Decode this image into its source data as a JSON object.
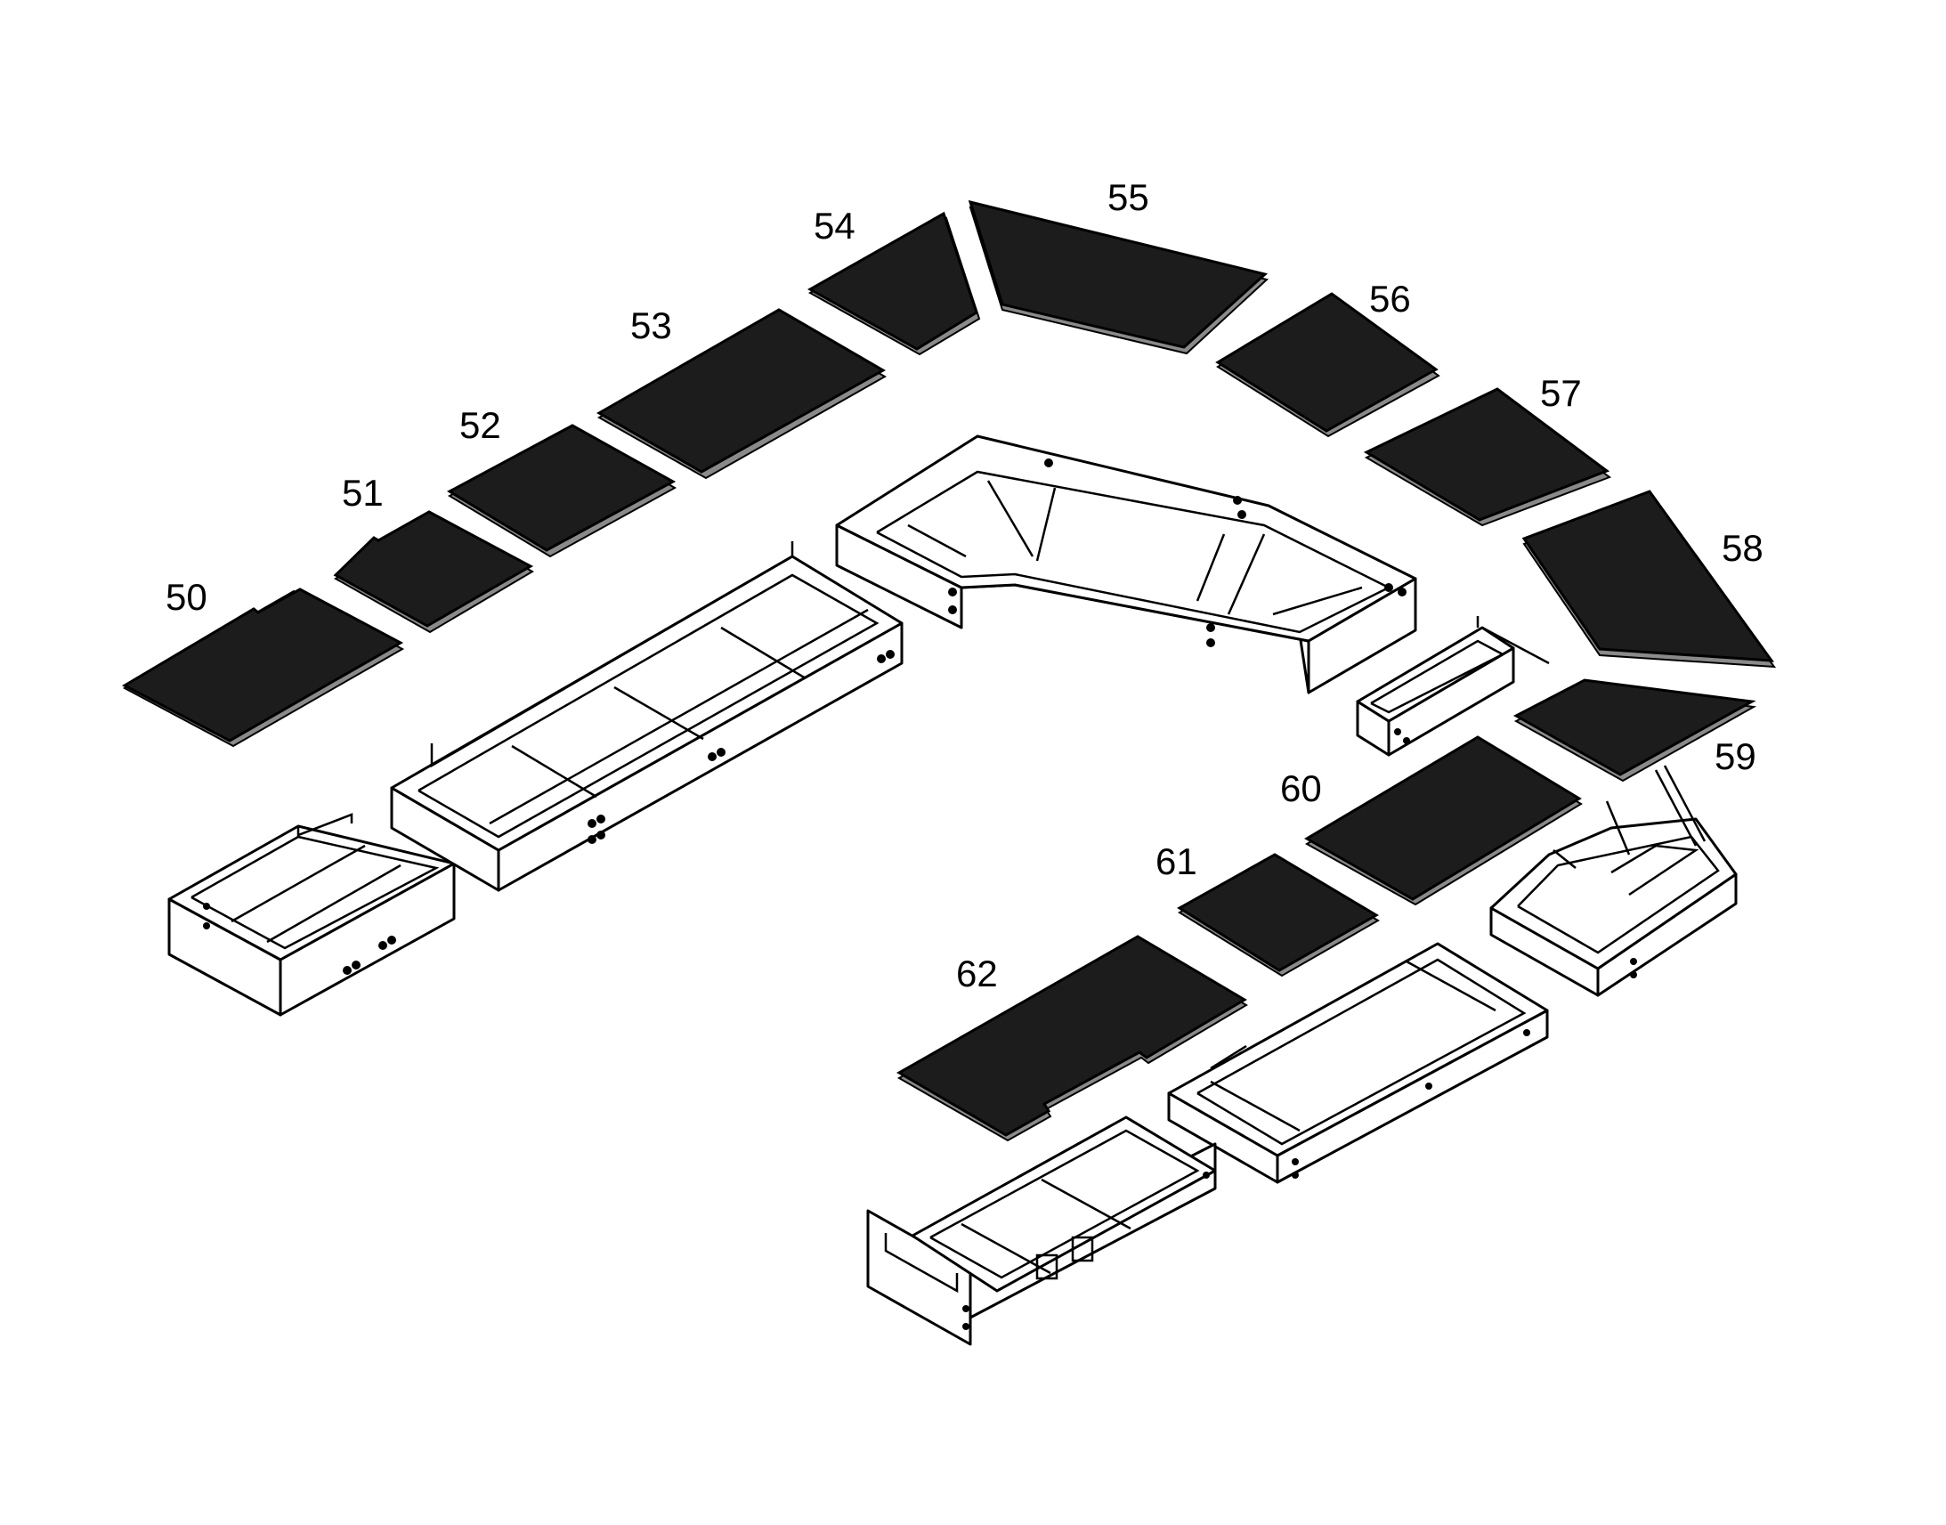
{
  "diagram": {
    "callouts": {
      "p50": "50",
      "p51": "51",
      "p52": "52",
      "p53": "53",
      "p54": "54",
      "p55": "55",
      "p56": "56",
      "p57": "57",
      "p58": "58",
      "p59": "59",
      "p60": "60",
      "p61": "61",
      "p62": "62"
    },
    "colors": {
      "grating": "#1c1c1c",
      "line": "#000000",
      "background": "#ffffff"
    }
  }
}
